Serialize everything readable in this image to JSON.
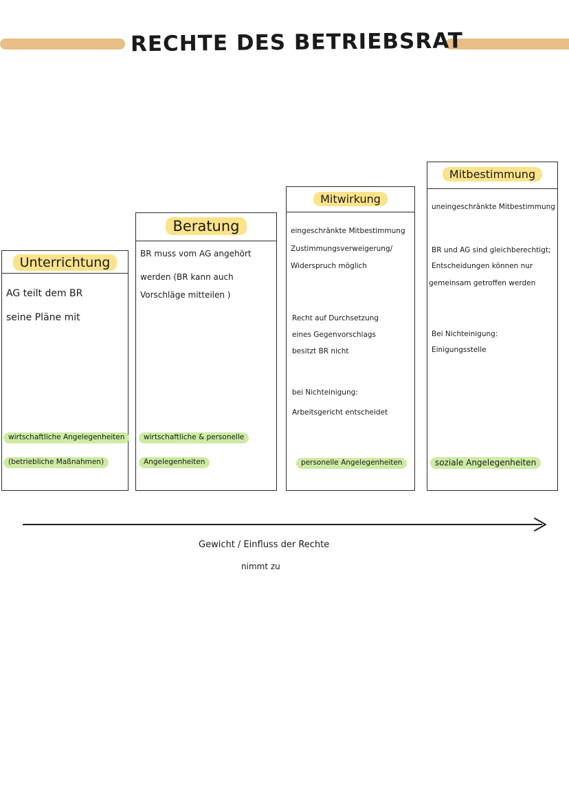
{
  "title": "RECHTE DES BETRIEBSRAT",
  "columns": [
    {
      "heading": "Unterrichtung",
      "lines": [
        "AG teilt dem BR",
        "seine Pläne mit"
      ],
      "tags": [
        "wirtschaftliche Angelegenheiten",
        "(betriebliche Maßnahmen)"
      ]
    },
    {
      "heading": "Beratung",
      "lines": [
        "BR muss vom AG angehört",
        "werden (BR kann auch",
        "Vorschläge mitteilen )"
      ],
      "tags": [
        "wirtschaftliche & personelle",
        "Angelegenheiten"
      ]
    },
    {
      "heading": "Mitwirkung",
      "lines": [
        "eingeschränkte Mitbestimmung",
        "Zustimmungsverweigerung/",
        "Widerspruch möglich",
        "Recht auf Durchsetzung",
        "eines Gegenvorschlags",
        "besitzt BR nicht",
        "bei Nichteinigung:",
        "Arbeitsgericht entscheidet"
      ],
      "tags": [
        "personelle Angelegenheiten"
      ]
    },
    {
      "heading": "Mitbestimmung",
      "lines": [
        "uneingeschränkte Mitbestimmung",
        "BR und AG sind gleichberechtigt;",
        "Entscheidungen können nur",
        "gemeinsam getroffen werden",
        "Bei Nichteinigung:",
        "Einigungsstelle"
      ],
      "tags": [
        "soziale Angelegenheiten"
      ]
    }
  ],
  "axis": {
    "caption_line1": "Gewicht / Einfluss der Rechte",
    "caption_line2": "nimmt zu"
  },
  "colors": {
    "banner": "#e8bf86",
    "heading_highlight": "#fbe38a",
    "tag_highlight": "#cdeba3"
  }
}
